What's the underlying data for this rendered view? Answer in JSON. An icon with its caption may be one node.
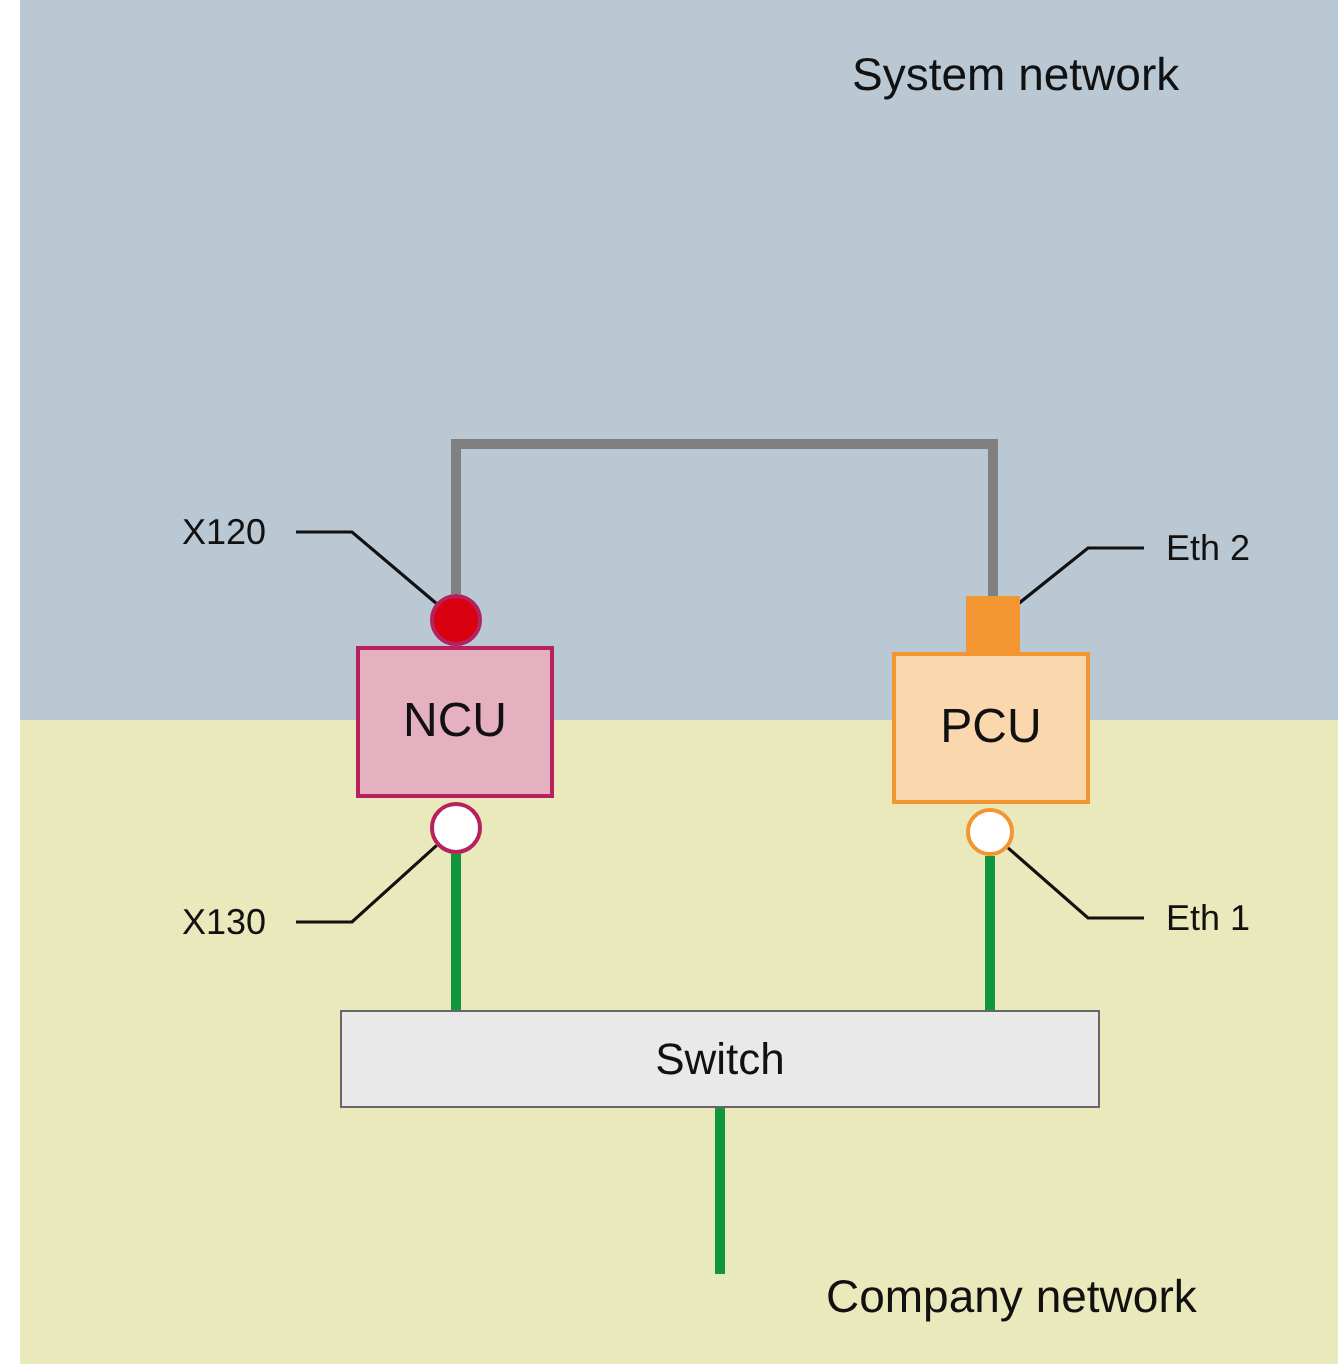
{
  "diagram": {
    "nodes": [
      {
        "text": [
          "System network"
        ]
      },
      {
        "text": [
          "Company network"
        ]
      },
      {
        "text": [
          "NCU"
        ]
      },
      {
        "text": [
          "PCU"
        ]
      },
      {
        "text": [],
        "shape": "circle",
        "in": 0
      },
      {
        "text": [],
        "shape": "box",
        "in": 0
      },
      {
        "text": [],
        "shape": "circle",
        "in": 1
      },
      {
        "text": [],
        "shape": "circle",
        "in": 1
      },
      {
        "text": [
          "Switch"
        ],
        "in": 1
      },
      {
        "text": [
          "X120"
        ],
        "in": 0
      },
      {
        "text": [
          "X130"
        ],
        "in": 1
      },
      {
        "text": [
          "Eth 2"
        ],
        "in": 0
      },
      {
        "text": [
          "Eth 1"
        ],
        "in": 1
      }
    ],
    "edges": [
      {
        "from": 4,
        "to": 5,
        "arrow": "none",
        "style": "thick",
        "color": "#808080"
      },
      {
        "from": 6,
        "to": 8,
        "arrow": "none",
        "style": "thick",
        "color": "#10963c"
      },
      {
        "from": 7,
        "to": 8,
        "arrow": "none",
        "style": "thick",
        "color": "#10963c"
      },
      {
        "from": 8,
        "to": null,
        "arrow": "none",
        "style": "thick",
        "color": "#10963c"
      },
      {
        "from": 9,
        "to": 4,
        "arrow": "none"
      },
      {
        "from": 10,
        "to": 6,
        "arrow": "none"
      },
      {
        "from": 11,
        "to": 5,
        "arrow": "none"
      },
      {
        "from": 12,
        "to": 7,
        "arrow": "none"
      }
    ]
  }
}
